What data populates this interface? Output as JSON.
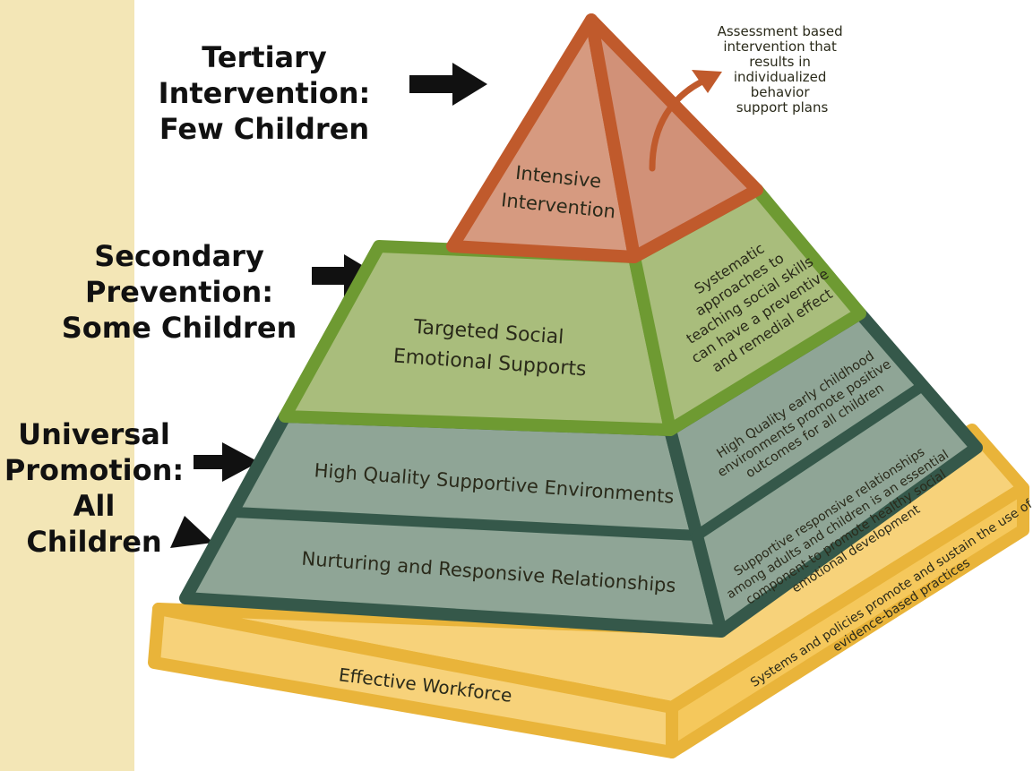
{
  "colors": {
    "background": "#f3e6b6",
    "panel": "#ffffff",
    "tertiary_fill": "#d69a80",
    "tertiary_stroke": "#c05a2c",
    "secondary_fill": "#a9bd7c",
    "secondary_stroke": "#6e9a32",
    "universal_fill": "#8fa596",
    "universal_stroke": "#35584a",
    "foundation_fill": "#f7d27a",
    "foundation_stroke": "#e9b43a",
    "arrow": "#111111"
  },
  "levels": [
    {
      "id": "tertiary",
      "label_lines": [
        "Tertiary",
        "Intervention:",
        "Few Children"
      ],
      "tier_lines": [
        "Intensive",
        "Intervention"
      ],
      "annotation_lines": [
        "Assessment based",
        "intervention that",
        "results in",
        "individualized",
        "behavior",
        "support plans"
      ]
    },
    {
      "id": "secondary",
      "label_lines": [
        "Secondary",
        "Prevention:",
        "Some Children"
      ],
      "tier_lines": [
        "Targeted Social",
        "Emotional Supports"
      ],
      "side_lines": [
        "Systematic",
        "approaches to",
        "teaching social skills",
        "can have a preventive",
        "and remedial effect"
      ]
    },
    {
      "id": "universal",
      "label_lines": [
        "Universal",
        "Promotion:",
        "All",
        "Children"
      ],
      "tiers": [
        {
          "label": "High Quality Supportive Environments",
          "side_lines": [
            "High Quality early childhood",
            "environments promote positive",
            "outcomes for all children"
          ]
        },
        {
          "label": "Nurturing and Responsive Relationships",
          "side_lines": [
            "Supportive responsive relationships",
            "among adults and children is an essential",
            "component to promote healthy social",
            "emotional development"
          ]
        }
      ]
    }
  ],
  "foundation": {
    "label": "Effective Workforce",
    "side_lines": [
      "Systems and policies promote and sustain the use of",
      "evidence-based practices"
    ]
  }
}
